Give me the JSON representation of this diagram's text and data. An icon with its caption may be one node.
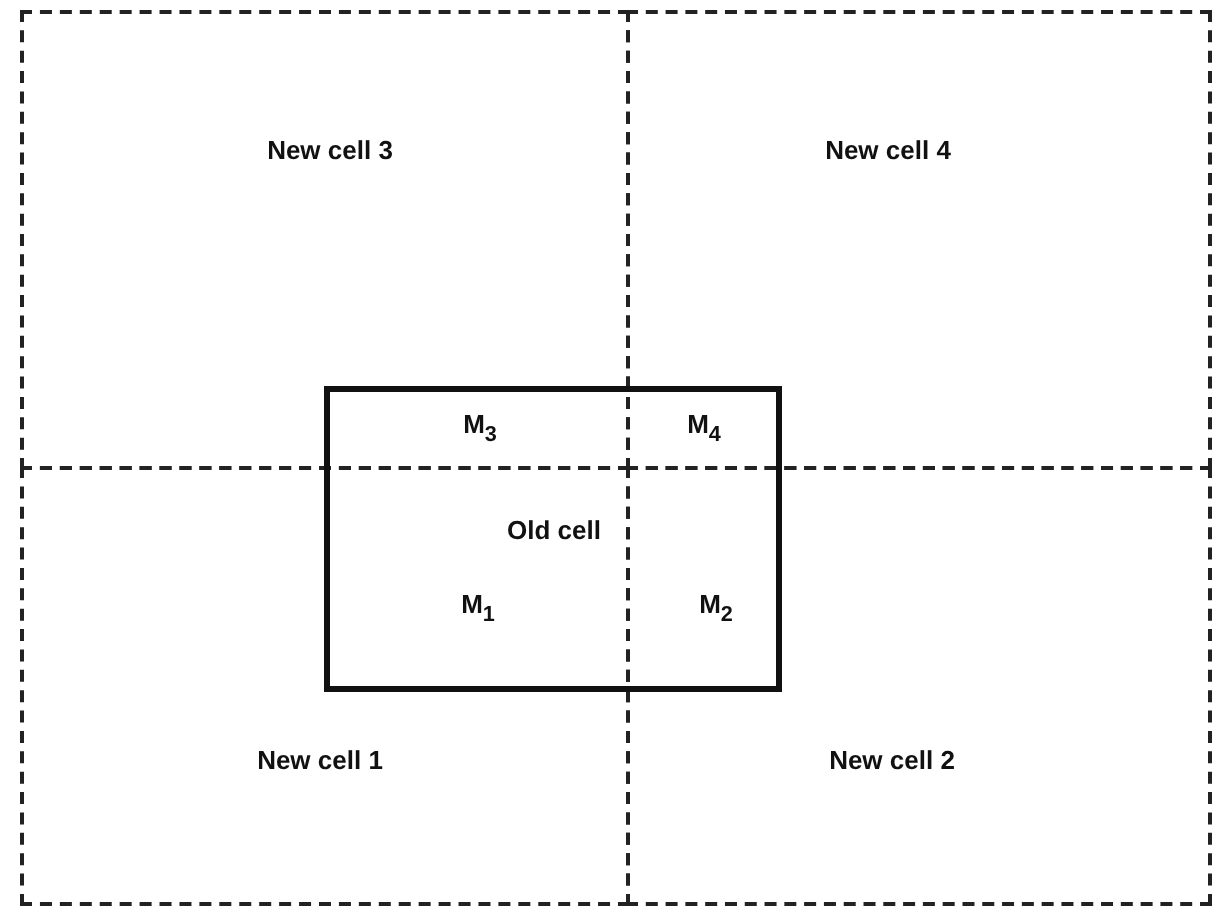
{
  "diagram": {
    "nodes": [
      {
        "text": [
          "New cell 3"
        ]
      },
      {
        "text": [
          "New cell 4"
        ]
      },
      {
        "text": [
          "Old cell"
        ]
      },
      {
        "text": [
          "New cell 1"
        ]
      },
      {
        "text": [
          "New cell 2"
        ]
      }
    ],
    "labels": [
      "M$_{3}$",
      "M$_{4}$",
      "M$_{1}$",
      "M$_{2}$"
    ]
  }
}
